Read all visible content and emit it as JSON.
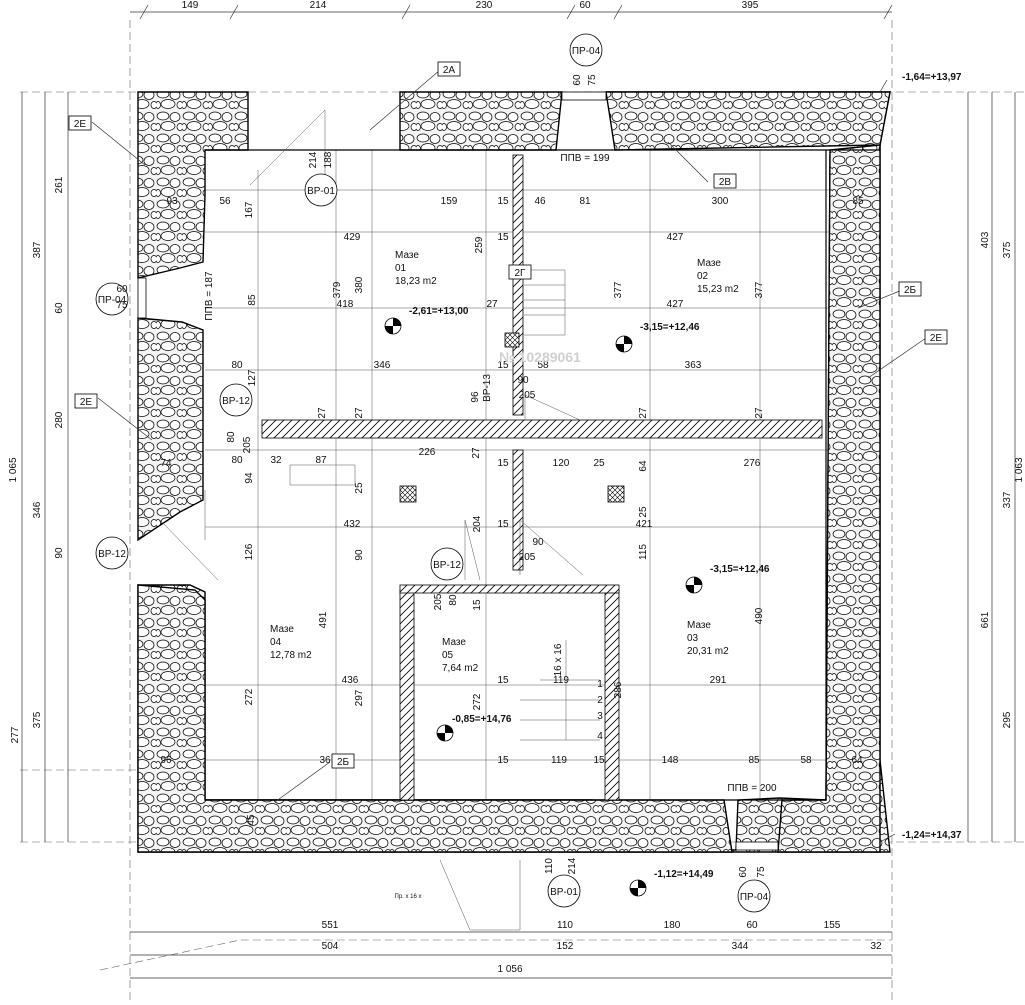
{
  "plan": {
    "top_dims": [
      "149",
      "214",
      "230",
      "60",
      "395"
    ],
    "bottom_dims_row1": [
      "551",
      "110",
      "180",
      "60",
      "155"
    ],
    "bottom_dims_row2": [
      "504",
      "152",
      "344",
      "32"
    ],
    "bottom_total": "1 056",
    "left_dims_outer": [
      "387",
      "60",
      "280",
      "346",
      "90",
      "375",
      "277"
    ],
    "left_dims_inner": [
      "261"
    ],
    "left_total": "1 065",
    "right_dims_outer": [
      "403",
      "661"
    ],
    "right_dims_inner": [
      "375",
      "337",
      "295"
    ],
    "right_total": "1 063",
    "tags": [
      "2A",
      "2E",
      "2B",
      "2Б",
      "2E",
      "2E",
      "2Г",
      "2Б"
    ],
    "openings": [
      "ПР-04",
      "ПР-04",
      "ПР-04",
      "ВР-01",
      "ВР-01",
      "ВР-12",
      "ВР-12",
      "ВР-12",
      "ВР-13"
    ],
    "sill_labels": [
      "ППВ = 199",
      "ППВ = 187",
      "ППВ = 200"
    ],
    "levels": [
      "-1,64=+13,97",
      "-2,61=+13,00",
      "-3,15=+12,46",
      "-3,15=+12,46",
      "-0,85=+14,76",
      "-1,24=+14,37",
      "-1,12=+14,49"
    ],
    "rooms": [
      {
        "name": "Мазе",
        "num": "01",
        "area": "18,23 m2"
      },
      {
        "name": "Мазе",
        "num": "02",
        "area": "15,23 m2"
      },
      {
        "name": "Мазе",
        "num": "03",
        "area": "20,31 m2"
      },
      {
        "name": "Мазе",
        "num": "04",
        "area": "12,78 m2"
      },
      {
        "name": "Мазе",
        "num": "05",
        "area": "7,64 m2"
      }
    ],
    "interior_dims": [
      "56",
      "167",
      "159",
      "15",
      "46",
      "81",
      "300",
      "85",
      "93",
      "429",
      "427",
      "259",
      "15",
      "379",
      "380",
      "418",
      "27",
      "377",
      "427",
      "377",
      "85",
      "80",
      "127",
      "346",
      "96",
      "15",
      "58",
      "363",
      "90",
      "205",
      "80",
      "205",
      "27",
      "27",
      "27",
      "27",
      "27",
      "74",
      "80",
      "32",
      "87",
      "226",
      "15",
      "120",
      "25",
      "64",
      "276",
      "94",
      "25",
      "432",
      "15",
      "204",
      "25",
      "421",
      "126",
      "90",
      "90",
      "205",
      "115",
      "80",
      "205",
      "15",
      "491",
      "490",
      "436",
      "272",
      "297",
      "272",
      "15",
      "119",
      "286",
      "291",
      "96",
      "36",
      "15",
      "119",
      "15",
      "148",
      "85",
      "58",
      "64",
      "45",
      "214",
      "188",
      "110",
      "214",
      "60",
      "75",
      "60",
      "75",
      "60",
      "75",
      "16 x 16",
      "1",
      "2",
      "3",
      "4"
    ],
    "watermark": "№ 10289061",
    "stair_note": "Пр. x 16 x"
  }
}
